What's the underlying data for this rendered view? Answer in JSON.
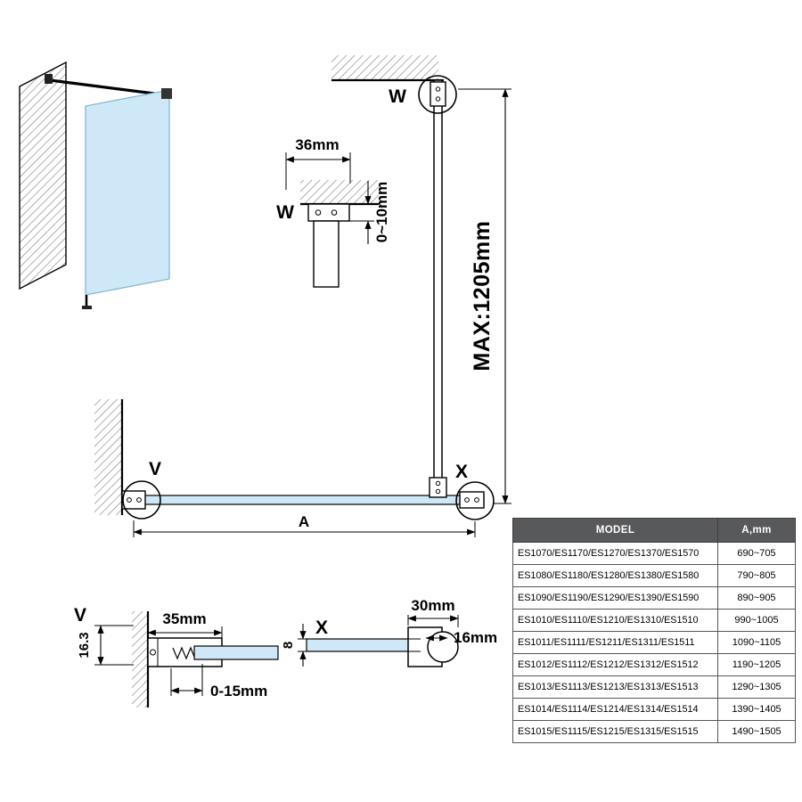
{
  "colors": {
    "glass": "#cfe8f7",
    "glass_stroke": "#86b7d0",
    "line": "#000000",
    "hatch": "#707070",
    "table_header_bg": "#58595b",
    "table_header_text": "#ffffff",
    "table_border": "#55565a"
  },
  "detail_w": {
    "label": "W",
    "dim_width": "36mm",
    "dim_gap": "0~10mm"
  },
  "elevation": {
    "callout_top": "W",
    "callout_wall": "V",
    "callout_corner": "X",
    "dim_height": "MAX:1205mm",
    "dim_span": "A"
  },
  "detail_v": {
    "label": "V",
    "dim_profile_height": "16.3",
    "dim_profile_width": "35mm",
    "dim_adjust": "0-15mm"
  },
  "detail_x": {
    "label": "X",
    "dim_bracket_width": "30mm",
    "dim_bracket_depth": "16mm",
    "dim_glass_thickness": "8"
  },
  "table": {
    "headers": [
      "MODEL",
      "A,mm"
    ],
    "rows": [
      {
        "model": "ES1070/ES1170/ES1270/ES1370/ES1570",
        "a": "690~705"
      },
      {
        "model": "ES1080/ES1180/ES1280/ES1380/ES1580",
        "a": "790~805"
      },
      {
        "model": "ES1090/ES1190/ES1290/ES1390/ES1590",
        "a": "890~905"
      },
      {
        "model": "ES1010/ES1110/ES1210/ES1310/ES1510",
        "a": "990~1005"
      },
      {
        "model": "ES1011/ES1111/ES1211/ES1311/ES1511",
        "a": "1090~1105"
      },
      {
        "model": "ES1012/ES1112/ES1212/ES1312/ES1512",
        "a": "1190~1205"
      },
      {
        "model": "ES1013/ES1113/ES1213/ES1313/ES1513",
        "a": "1290~1305"
      },
      {
        "model": "ES1014/ES1114/ES1214/ES1314/ES1514",
        "a": "1390~1405"
      },
      {
        "model": "ES1015/ES1115/ES1215/ES1315/ES1515",
        "a": "1490~1505"
      }
    ]
  }
}
